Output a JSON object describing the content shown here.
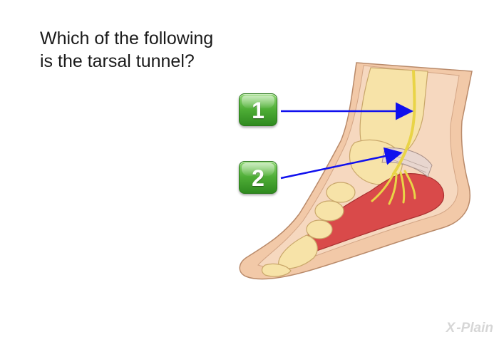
{
  "question": {
    "line1": "Which of the following",
    "line2": "is the tarsal tunnel?"
  },
  "answers": [
    {
      "label": "1"
    },
    {
      "label": "2"
    }
  ],
  "colors": {
    "button_green": "#4fae37",
    "arrow_blue": "#1010ee",
    "skin": "#f2c9a8",
    "bone": "#f7e3a8",
    "muscle": "#d94a4a",
    "nerve": "#f3e35a",
    "ligament": "#e8d6cf"
  },
  "logo": {
    "text": "-Plain",
    "mark": "X"
  }
}
